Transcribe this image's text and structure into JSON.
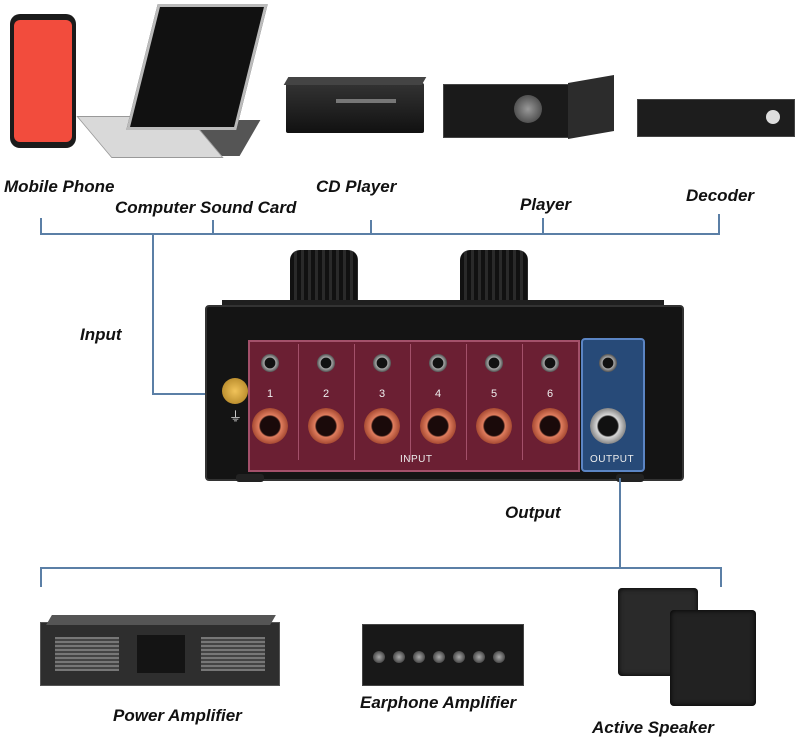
{
  "sources": {
    "mobile_phone": "Mobile Phone",
    "computer_sound_card": "Computer Sound Card",
    "cd_player": "CD Player",
    "player": "Player",
    "decoder": "Decoder"
  },
  "connections": {
    "input": "Input",
    "output": "Output"
  },
  "device_panel": {
    "input_label": "INPUT",
    "output_label": "OUTPUT",
    "channels": [
      "1",
      "2",
      "3",
      "4",
      "5",
      "6"
    ]
  },
  "outputs": {
    "power_amplifier": "Power Amplifier",
    "earphone_amplifier": "Earphone Amplifier",
    "active_speaker": "Active Speaker"
  },
  "colors": {
    "line": "#5b7fa6",
    "input_panel": "#6b1f33",
    "output_panel": "#274a78"
  },
  "icons": [
    "phone-icon",
    "laptop-icon",
    "cd-player-icon",
    "player-icon",
    "decoder-icon",
    "switch-box-icon",
    "power-amplifier-icon",
    "earphone-amplifier-icon",
    "active-speaker-icon"
  ]
}
